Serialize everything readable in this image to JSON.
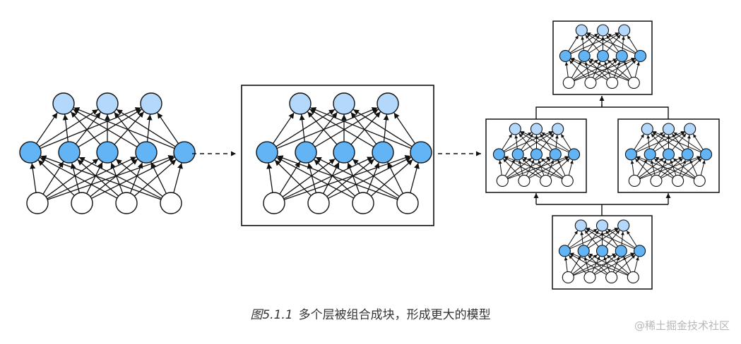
{
  "caption": {
    "number": "图5.1.1",
    "text": "多个层被组合成块，形成更大的模型"
  },
  "watermark": "@稀土掘金技术社区",
  "colors": {
    "input_node": "#ffffff",
    "hidden_node": "#62b4f4",
    "output_node": "#b3d8fb",
    "stroke": "#111111",
    "background": "#ffffff"
  },
  "network": {
    "layers": [
      5,
      4,
      3
    ]
  }
}
